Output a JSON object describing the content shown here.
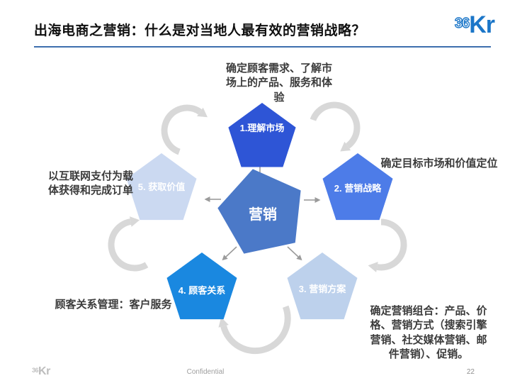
{
  "slide": {
    "title": "出海电商之营销：什么是对当地人最有效的营销战略？",
    "brand": {
      "logo_36": "36",
      "logo_kr": "Kr"
    },
    "footer": {
      "logo_36": "36",
      "logo_kr": "Kr",
      "confidential": "Confidential",
      "page_number": "22"
    }
  },
  "diagram": {
    "type": "cycle",
    "center": {
      "label": "营销",
      "color": "#4b79c8"
    },
    "steps": [
      {
        "label": "1.理解市场",
        "color": "#2e55d6",
        "annotation": "确定顾客需求、了解市\n场上的产品、服务和体\n验"
      },
      {
        "label": "2. 营销战略",
        "color": "#4d7ce8",
        "annotation": "确定目标市场和价值定位"
      },
      {
        "label": "3. 营销方案",
        "color": "#bdd1ec",
        "annotation": "确定营销组合：产品、价\n格、营销方式（搜索引擎\n营销、社交媒体营销、邮\n件营销）、促销。"
      },
      {
        "label": "4. 顾客关系",
        "color": "#1a88e0",
        "annotation": "顾客关系管理：客户服务"
      },
      {
        "label": "5. 获取价值",
        "color": "#cbd9f1",
        "annotation": "以互联网支付为载\n体获得和完成订单"
      }
    ],
    "cycle_arrow_color": "#d8d8d8",
    "radial_arrow_color": "#9b9b9b",
    "rule_color": "#3e6fae"
  }
}
